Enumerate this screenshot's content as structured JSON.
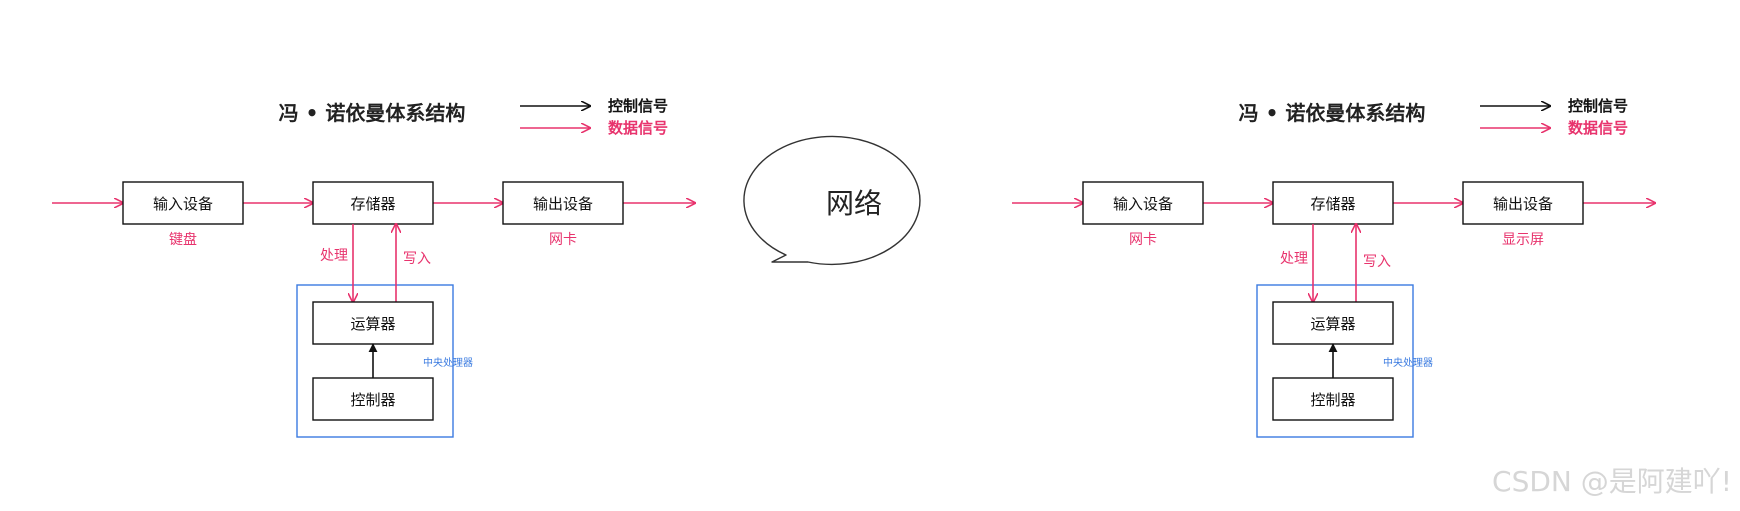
{
  "colors": {
    "control": "#111111",
    "data": "#e8336d",
    "cpu": "#3b7be0",
    "watermark": "#d6d6d6"
  },
  "cloud": {
    "label": "网络"
  },
  "watermark": "CSDN @是阿建吖!",
  "panels": [
    {
      "title": "冯 • 诺依曼体系结构",
      "legend": {
        "control": "控制信号",
        "data": "数据信号"
      },
      "boxes": {
        "input": "输入设备",
        "memory": "存储器",
        "output": "输出设备",
        "alu": "运算器",
        "control": "控制器"
      },
      "labels": {
        "input_sub": "键盘",
        "output_sub": "网卡",
        "process": "处理",
        "write": "写入",
        "cpu": "中央处理器"
      }
    },
    {
      "title": "冯 • 诺依曼体系结构",
      "legend": {
        "control": "控制信号",
        "data": "数据信号"
      },
      "boxes": {
        "input": "输入设备",
        "memory": "存储器",
        "output": "输出设备",
        "alu": "运算器",
        "control": "控制器"
      },
      "labels": {
        "input_sub": "网卡",
        "output_sub": "显示屏",
        "process": "处理",
        "write": "写入",
        "cpu": "中央处理器"
      }
    }
  ]
}
